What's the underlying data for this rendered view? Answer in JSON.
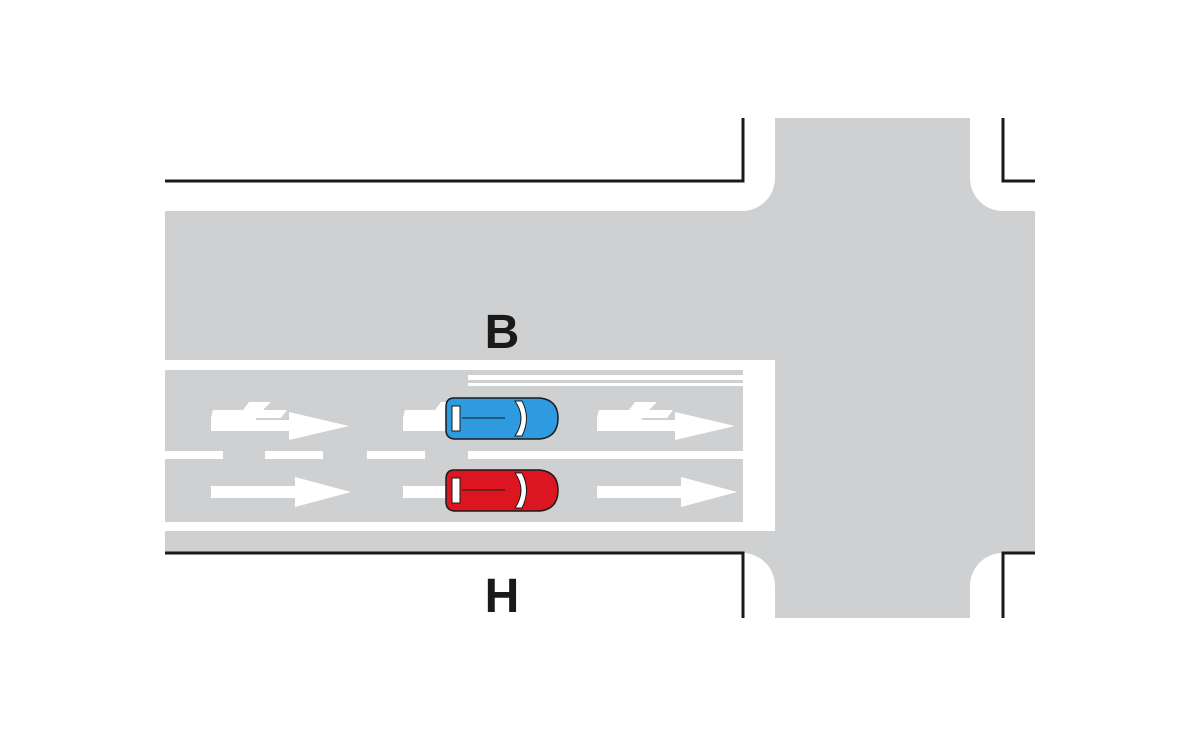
{
  "labels": {
    "top": "B",
    "bottom": "H"
  },
  "colors": {
    "road": "#cfd0d1",
    "marking": "#ffffff",
    "curb": "#1a1a1a",
    "car_blue": "#2e9be0",
    "car_red": "#dc1620"
  },
  "vehicles": [
    {
      "name": "blue-car",
      "lane": "left-lane",
      "color": "#2e9be0"
    },
    {
      "name": "red-car",
      "lane": "right-lane",
      "color": "#dc1620"
    }
  ],
  "lane_arrows": {
    "left_lane": "left-turn-and-straight-arrow",
    "right_lane": "straight-arrow"
  }
}
